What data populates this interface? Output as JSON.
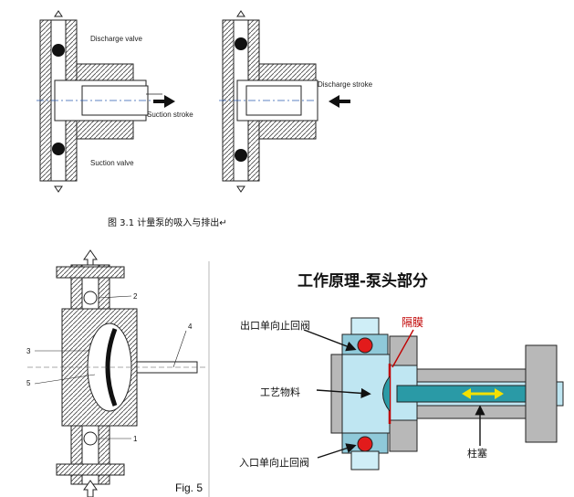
{
  "top_left": {
    "discharge_valve": "Discharge valve",
    "suction_valve": "Suction valve",
    "suction_stroke": "Suction stroke"
  },
  "top_right": {
    "discharge_stroke": "Discharge stroke"
  },
  "caption": "图 3.1 计量泵的吸入与排出↵",
  "fig5": {
    "label": "Fig. 5",
    "numbers": [
      "1",
      "2",
      "3",
      "4",
      "5"
    ]
  },
  "principle": {
    "title": "工作原理-泵头部分",
    "outlet_valve": "出口单向止回阀",
    "inlet_valve": "入口单向止回阀",
    "process_material": "工艺物料",
    "diaphragm": "隔膜",
    "plunger": "柱塞"
  },
  "colors": {
    "fluid_blue": "#bfe6f2",
    "plunger_teal": "#2a9aa6",
    "ball_red": "#e21b1b",
    "arrow_yellow": "#f3e000",
    "diaphragm_red": "#c00000"
  }
}
